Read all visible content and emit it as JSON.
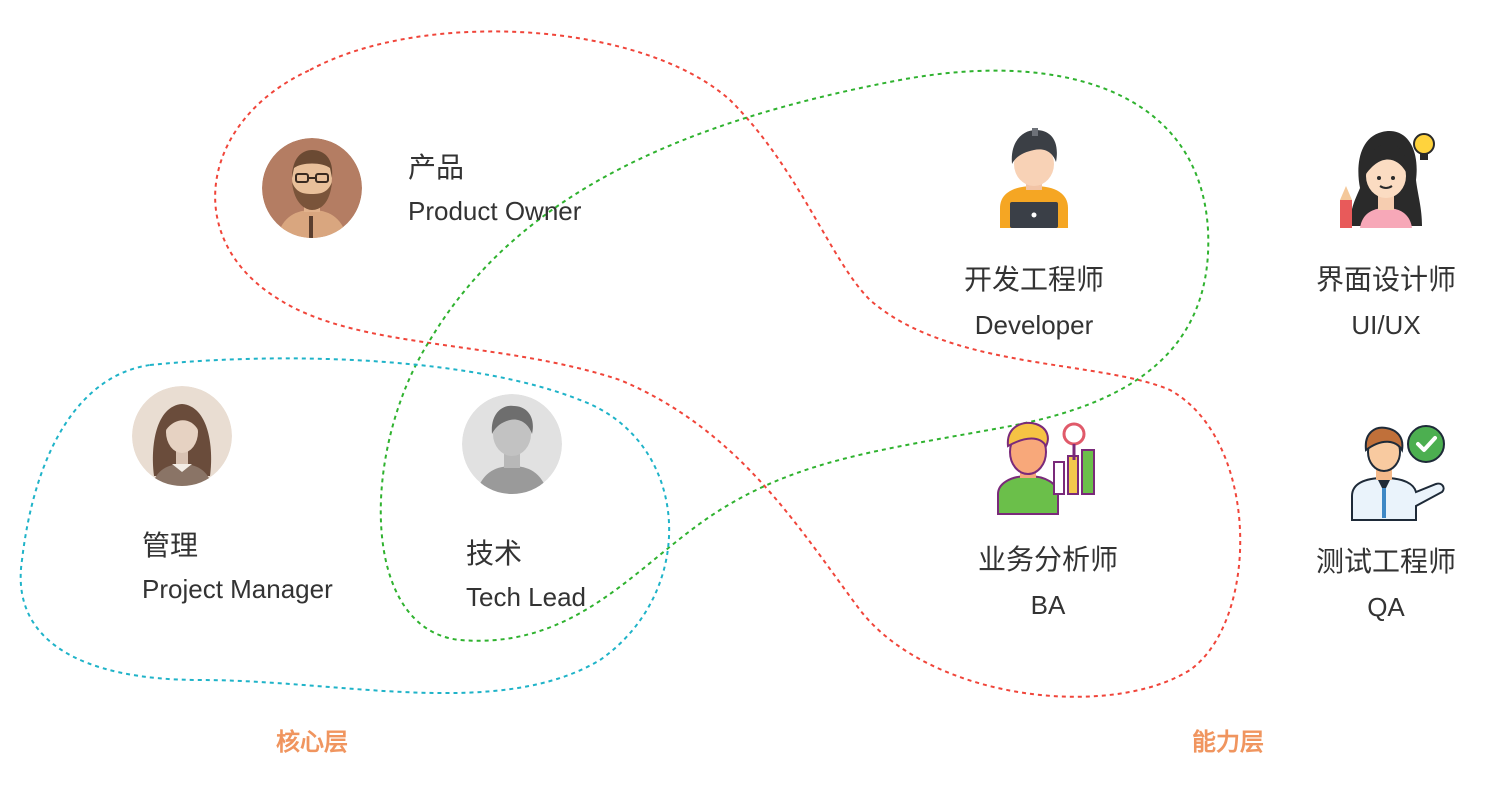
{
  "roles": {
    "product": {
      "zh": "产品",
      "en": "Product Owner"
    },
    "manager": {
      "zh": "管理",
      "en": "Project Manager"
    },
    "tech": {
      "zh": "技术",
      "en": "Tech Lead"
    },
    "developer": {
      "zh": "开发工程师",
      "en": "Developer"
    },
    "designer": {
      "zh": "界面设计师",
      "en": "UI/UX"
    },
    "analyst": {
      "zh": "业务分析师",
      "en": "BA"
    },
    "tester": {
      "zh": "测试工程师",
      "en": "QA"
    }
  },
  "layers": {
    "core": "核心层",
    "capability": "能力层"
  },
  "colors": {
    "loop_red": "#f0453a",
    "loop_green": "#2fb22f",
    "loop_cyan": "#1fb3c8",
    "layer_label": "#f0955f"
  },
  "icons": [
    "product-owner-avatar",
    "project-manager-avatar",
    "tech-lead-avatar",
    "developer-icon",
    "designer-icon",
    "analyst-icon",
    "tester-icon"
  ]
}
